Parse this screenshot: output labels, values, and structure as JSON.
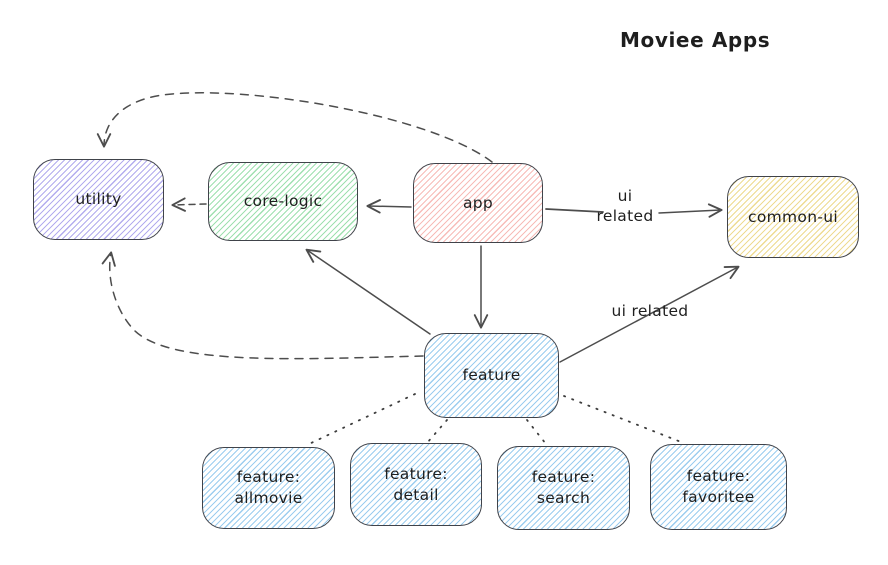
{
  "title": "Moviee Apps",
  "colors": {
    "background": "#ffffff",
    "text": "#1e1e1e",
    "node_border": "#40434a",
    "arrow": "#4d4d4d",
    "utility_hatch": "#b3acee",
    "core_logic_hatch": "#9fe0b0",
    "app_hatch": "#f7bcb8",
    "common_ui_hatch": "#eedb92",
    "feature_hatch": "#9ccdef"
  },
  "nodes": {
    "utility": {
      "label": "utility"
    },
    "core_logic": {
      "label": "core-logic"
    },
    "app": {
      "label": "app"
    },
    "common_ui": {
      "label": "common-ui"
    },
    "feature": {
      "label": "feature"
    },
    "feature_allmovie": {
      "line1": "feature:",
      "line2": "allmovie"
    },
    "feature_detail": {
      "line1": "feature:",
      "line2": "detail"
    },
    "feature_search": {
      "line1": "feature:",
      "line2": "search"
    },
    "feature_favoritee": {
      "line1": "feature:",
      "line2": "favoritee"
    }
  },
  "edge_labels": {
    "app_to_common_ui": {
      "line1": "ui",
      "line2": "related"
    },
    "feature_to_common_ui": "ui related"
  },
  "edges": [
    {
      "from": "app",
      "to": "core-logic",
      "style": "solid-arrow"
    },
    {
      "from": "core-logic",
      "to": "utility",
      "style": "dashed-arrow"
    },
    {
      "from": "app",
      "to": "common-ui",
      "style": "solid-arrow",
      "label": "ui related"
    },
    {
      "from": "app",
      "to": "feature",
      "style": "solid-arrow"
    },
    {
      "from": "app",
      "to": "utility",
      "style": "dashed-curve-arrow"
    },
    {
      "from": "feature",
      "to": "core-logic",
      "style": "solid-arrow"
    },
    {
      "from": "feature",
      "to": "common-ui",
      "style": "solid-arrow",
      "label": "ui related"
    },
    {
      "from": "feature",
      "to": "utility",
      "style": "dashed-curve-arrow"
    },
    {
      "from": "feature",
      "to": "feature:allmovie",
      "style": "dotted"
    },
    {
      "from": "feature",
      "to": "feature:detail",
      "style": "dotted"
    },
    {
      "from": "feature",
      "to": "feature:search",
      "style": "dotted"
    },
    {
      "from": "feature",
      "to": "feature:favoritee",
      "style": "dotted"
    }
  ]
}
